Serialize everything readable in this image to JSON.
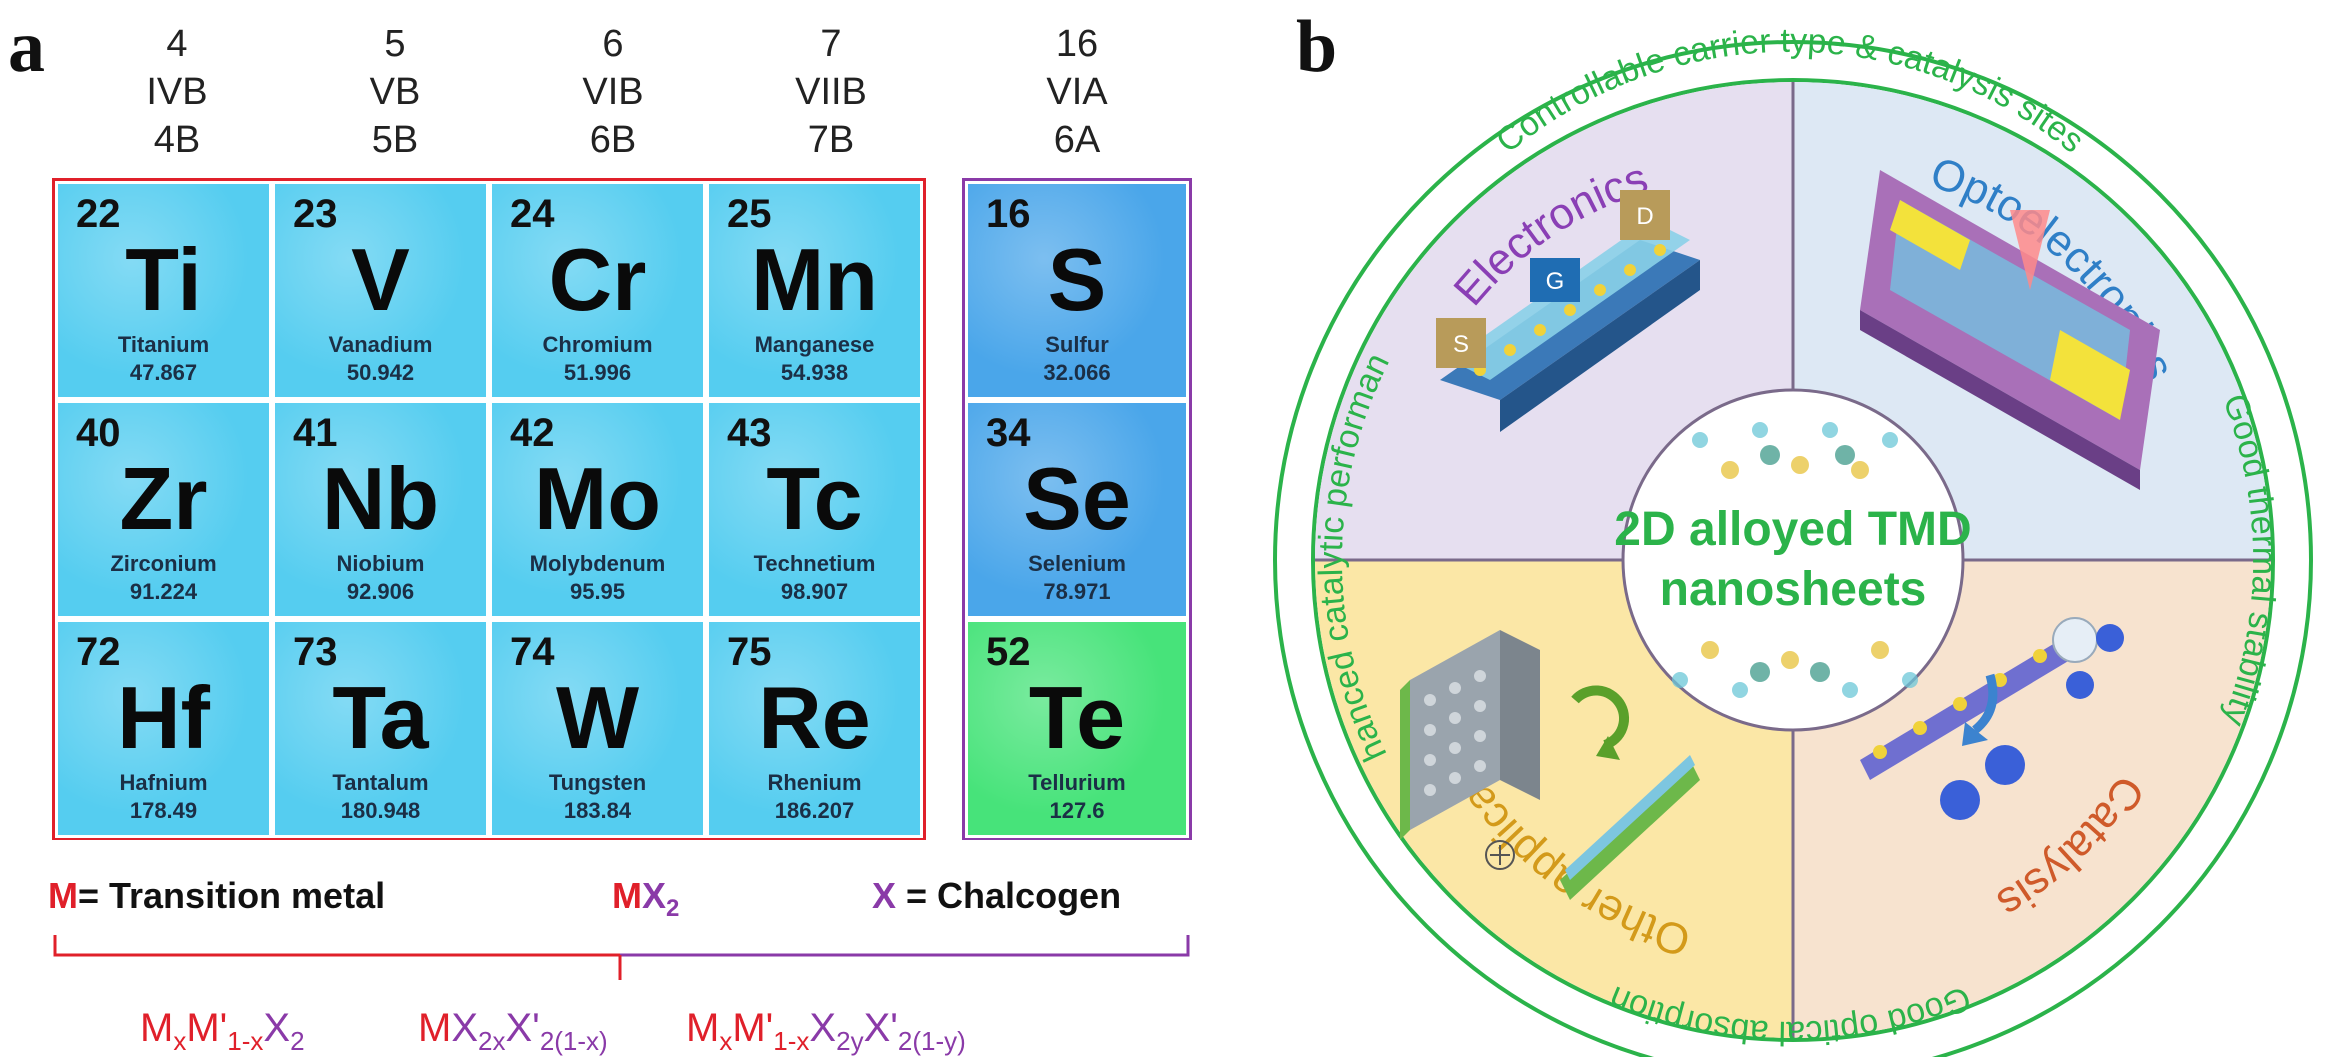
{
  "panel_a": {
    "label": "a",
    "groups": [
      {
        "num": "4",
        "roman": "IVB",
        "cas": "4B"
      },
      {
        "num": "5",
        "roman": "VB",
        "cas": "5B"
      },
      {
        "num": "6",
        "roman": "VIB",
        "cas": "6B"
      },
      {
        "num": "7",
        "roman": "VIIB",
        "cas": "7B"
      },
      {
        "num": "16",
        "roman": "VIA",
        "cas": "6A"
      }
    ],
    "metals": [
      {
        "z": "22",
        "symbol": "Ti",
        "name": "Titanium",
        "mass": "47.867"
      },
      {
        "z": "23",
        "symbol": "V",
        "name": "Vanadium",
        "mass": "50.942"
      },
      {
        "z": "24",
        "symbol": "Cr",
        "name": "Chromium",
        "mass": "51.996"
      },
      {
        "z": "25",
        "symbol": "Mn",
        "name": "Manganese",
        "mass": "54.938"
      },
      {
        "z": "40",
        "symbol": "Zr",
        "name": "Zirconium",
        "mass": "91.224"
      },
      {
        "z": "41",
        "symbol": "Nb",
        "name": "Niobium",
        "mass": "92.906"
      },
      {
        "z": "42",
        "symbol": "Mo",
        "name": "Molybdenum",
        "mass": "95.95"
      },
      {
        "z": "43",
        "symbol": "Tc",
        "name": "Technetium",
        "mass": "98.907"
      },
      {
        "z": "72",
        "symbol": "Hf",
        "name": "Hafnium",
        "mass": "178.49"
      },
      {
        "z": "73",
        "symbol": "Ta",
        "name": "Tantalum",
        "mass": "180.948"
      },
      {
        "z": "74",
        "symbol": "W",
        "name": "Tungsten",
        "mass": "183.84"
      },
      {
        "z": "75",
        "symbol": "Re",
        "name": "Rhenium",
        "mass": "186.207"
      }
    ],
    "chalcogens": [
      {
        "z": "16",
        "symbol": "S",
        "name": "Sulfur",
        "mass": "32.066"
      },
      {
        "z": "34",
        "symbol": "Se",
        "name": "Selenium",
        "mass": "78.971"
      },
      {
        "z": "52",
        "symbol": "Te",
        "name": "Tellurium",
        "mass": "127.6"
      }
    ],
    "legend": {
      "m_letter": "M",
      "m_text": "= Transition metal",
      "mx2_m": "M",
      "mx2_x": "X",
      "mx2_sub": "2",
      "x_letter": "X",
      "x_text": " = Chalcogen"
    },
    "formulas": {
      "f1": {
        "a": "M",
        "a_sub": "x",
        "b": "M'",
        "b_sub": "1-x",
        "c": "X",
        "c_sub": "2"
      },
      "f2": {
        "a": "M",
        "b": "X",
        "b_sub": "2x",
        "c": "X'",
        "c_sub": "2(1-x)"
      },
      "f3": {
        "a": "M",
        "a_sub": "x",
        "b": "M'",
        "b_sub": "1-x",
        "c": "X",
        "c_sub": "2y",
        "d": "X'",
        "d_sub": "2(1-y)"
      }
    },
    "colors": {
      "metal_border": "#e0202a",
      "chalcogen_border": "#8a3aa8",
      "metal_cell": "#55cdf0",
      "chalcogen_cell": "#4aa6ea",
      "tellurium_cell": "#47e37a"
    }
  },
  "panel_b": {
    "label": "b",
    "center_line1": "2D alloyed TMD",
    "center_line2": "nanosheets",
    "ring_texts": {
      "top": "Controllable carrier type & catalysis sites",
      "right": "Good thermal stability",
      "bottom": "Good optical absorption",
      "left": "Enhanced catalytic performance"
    },
    "quadrants": {
      "top_left": "Electronics",
      "top_right": "Optoelectronics",
      "bottom_left": "Other applications",
      "bottom_right": "Catalysis"
    },
    "device_labels": {
      "source": "S",
      "gate": "G",
      "drain": "D"
    },
    "colors": {
      "ring": "#2bb34a",
      "q_top_left": "#e6dff0",
      "q_top_right": "#dde8f4",
      "q_bottom_left": "#fbe7a6",
      "q_bottom_right": "#f7e3cf",
      "electronics": "#8a3fb5",
      "optoelectronics": "#2f7fc7",
      "other": "#d39a1a",
      "catalysis": "#cf5a2a",
      "center_text": "#2bb34a"
    }
  }
}
